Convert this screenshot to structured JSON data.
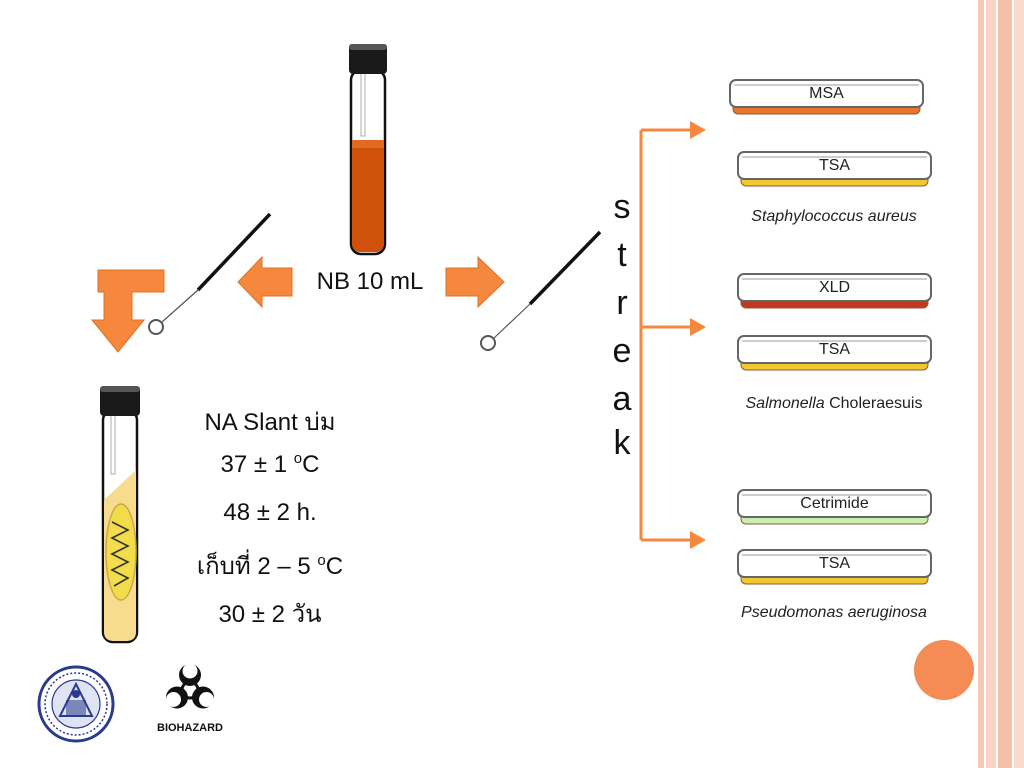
{
  "main": {
    "nb_label": "NB 10 mL",
    "streak_letters": [
      "s",
      "t",
      "r",
      "e",
      "a",
      "k"
    ],
    "slant_lines": [
      {
        "text": "NA Slant บ่ม",
        "sup": "",
        "suffix": ""
      },
      {
        "text": "37 ± 1 ",
        "sup": "o",
        "suffix": "C"
      },
      {
        "text": "48 ± 2 h.",
        "sup": "",
        "suffix": ""
      },
      {
        "text": "เก็บที่ 2 – 5 ",
        "sup": "o",
        "suffix": "C"
      },
      {
        "text": "30 ± 2 วัน",
        "sup": "",
        "suffix": ""
      }
    ]
  },
  "plates": [
    {
      "label": "MSA",
      "color": "#e8762c"
    },
    {
      "label": "TSA",
      "color": "#f2c830"
    },
    {
      "label": "XLD",
      "color": "#c0391f"
    },
    {
      "label": "TSA",
      "color": "#f2c830"
    },
    {
      "label": "Cetrimide",
      "color": "#c8f0b0"
    },
    {
      "label": "TSA",
      "color": "#f2c830"
    }
  ],
  "species": [
    {
      "italic": "Staphylococcus  aureus",
      "plain": ""
    },
    {
      "italic": "Salmonella",
      "plain": " Choleraesuis"
    },
    {
      "italic": "Pseudomonas aeruginosa",
      "plain": ""
    }
  ],
  "logos": {
    "biohazard_text": "BIOHAZARD"
  },
  "colors": {
    "arrow_orange": "#f5883c",
    "broth": "#d0520a",
    "slant_agar": "#f6dc8c",
    "accent_circle": "#f58b55"
  }
}
